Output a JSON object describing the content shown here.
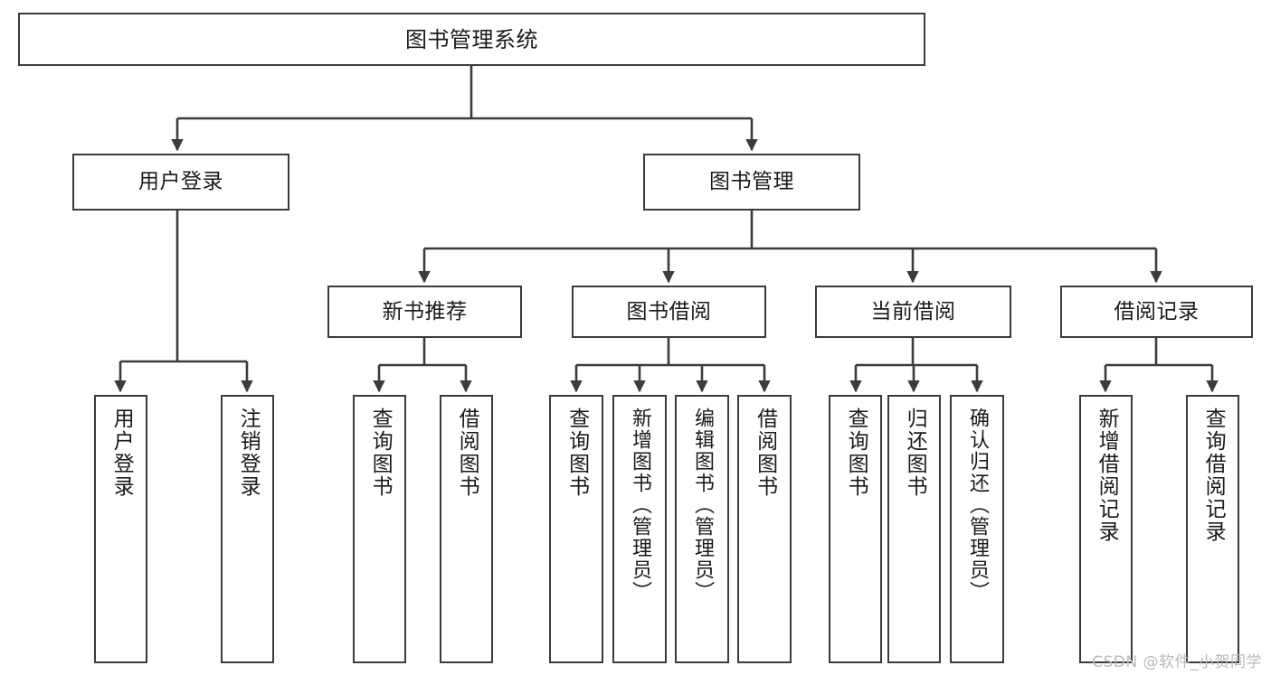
{
  "diagram": {
    "title": "图书管理系统",
    "type": "tree-hierarchy",
    "orientation": "top-down",
    "colors": {
      "node_border": "#3b3b3b",
      "node_fill": "#ffffff",
      "edge": "#3b3b3b",
      "text": "#1a1a1a",
      "watermark": "#b9b9b9",
      "background": "#ffffff"
    }
  },
  "watermark": {
    "text": "CSDN @软件_小贺同学"
  },
  "nodes": {
    "root": {
      "label": "图书管理系统"
    },
    "level2": [
      {
        "id": "user-login",
        "label": "用户登录"
      },
      {
        "id": "book-manage",
        "label": "图书管理"
      }
    ],
    "level3": [
      {
        "id": "new-book-recommend",
        "label": "新书推荐"
      },
      {
        "id": "book-borrow",
        "label": "图书借阅"
      },
      {
        "id": "current-borrow",
        "label": "当前借阅"
      },
      {
        "id": "borrow-record",
        "label": "借阅记录"
      }
    ],
    "leaves": {
      "user_login": [
        {
          "id": "leaf-user-login",
          "label": "用户登录"
        },
        {
          "id": "leaf-logout-login",
          "label": "注销登录"
        }
      ],
      "new_book_recommend": [
        {
          "id": "leaf-query-book-1",
          "label": "查询图书"
        },
        {
          "id": "leaf-borrow-book-1",
          "label": "借阅图书"
        }
      ],
      "book_borrow": [
        {
          "id": "leaf-query-book-2",
          "label": "查询图书"
        },
        {
          "id": "leaf-add-book",
          "label": "新增图书（管理员）"
        },
        {
          "id": "leaf-edit-book",
          "label": "编辑图书（管理员）"
        },
        {
          "id": "leaf-borrow-book-2",
          "label": "借阅图书"
        }
      ],
      "current_borrow": [
        {
          "id": "leaf-query-book-3",
          "label": "查询图书"
        },
        {
          "id": "leaf-return-book",
          "label": "归还图书"
        },
        {
          "id": "leaf-confirm-return",
          "label": "确认归还（管理员）"
        }
      ],
      "borrow_record": [
        {
          "id": "leaf-add-borrow-record",
          "label": "新增借阅记录"
        },
        {
          "id": "leaf-query-borrow-record",
          "label": "查询借阅记录"
        }
      ]
    }
  }
}
